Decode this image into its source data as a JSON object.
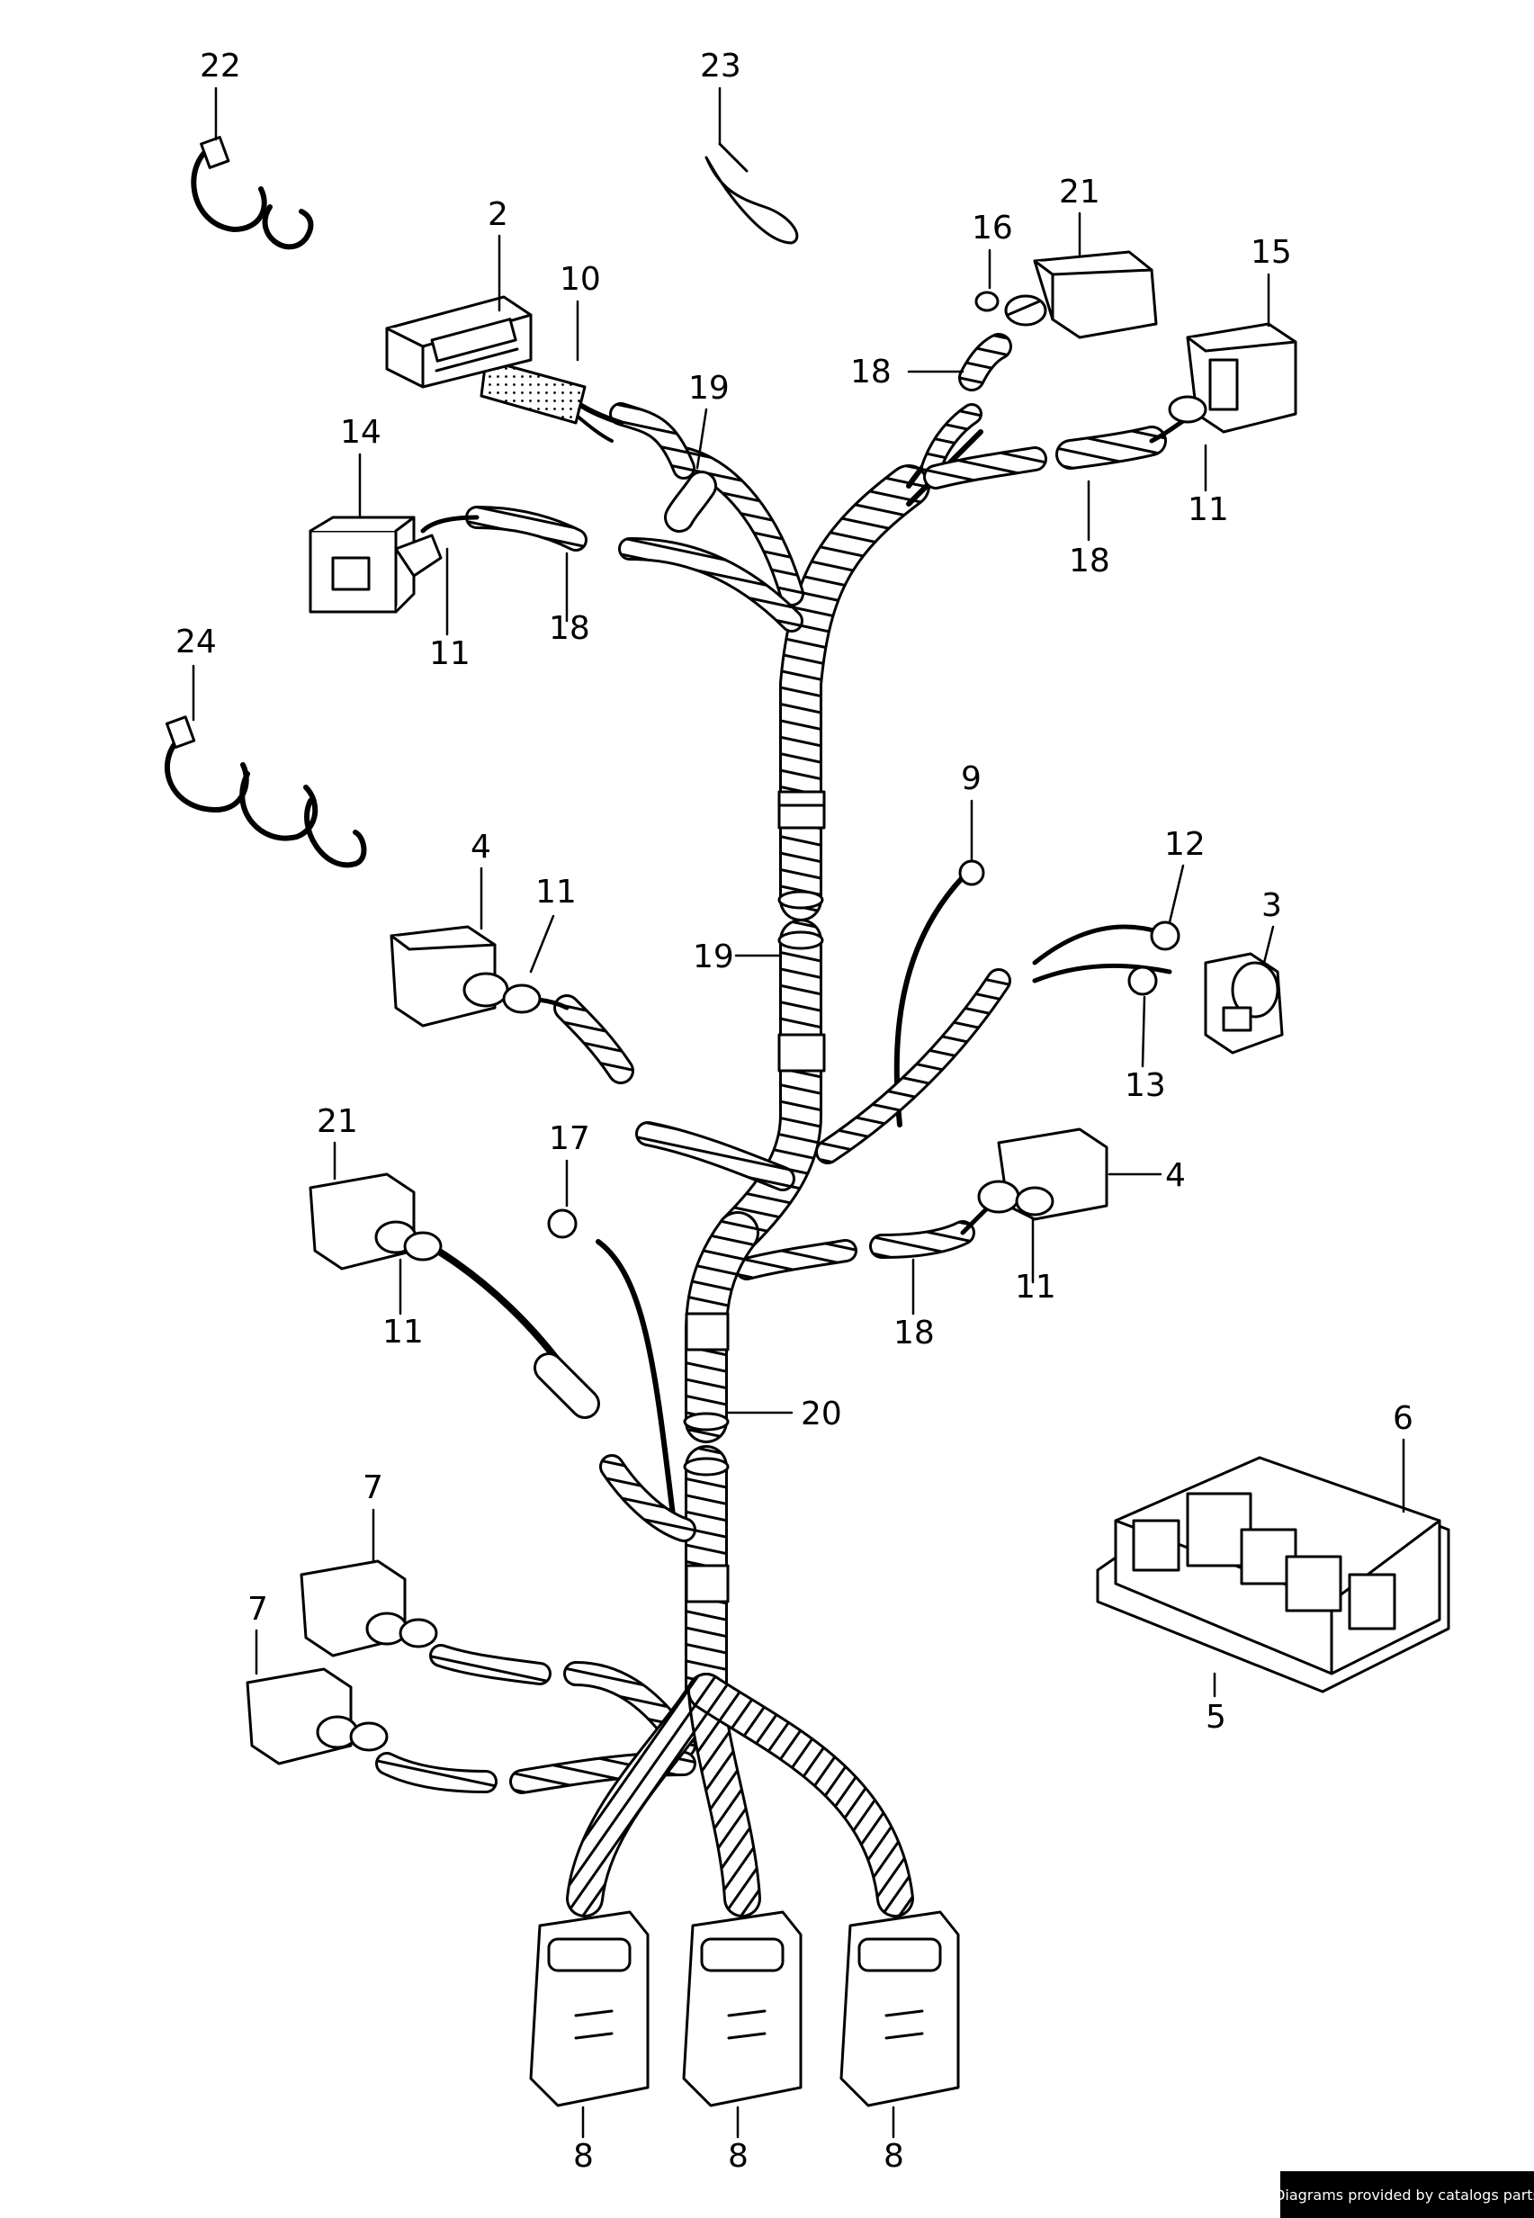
{
  "labels": {
    "l1": "22",
    "l2": "23",
    "l3": "2",
    "l4": "10",
    "l5": "19",
    "l6": "21",
    "l7": "16",
    "l8": "15",
    "l9": "18",
    "l10": "14",
    "l11": "11",
    "l12": "18",
    "l13": "11",
    "l14": "18",
    "l15": "24",
    "l16": "9",
    "l17": "12",
    "l18": "3",
    "l19": "4",
    "l20": "11",
    "l21": "19",
    "l22": "13",
    "l23": "21",
    "l24": "17",
    "l25": "4",
    "l26": "11",
    "l27": "18",
    "l28": "11",
    "l29": "20",
    "l30": "6",
    "l31": "7",
    "l32": "7",
    "l33": "5",
    "l34": "8",
    "l35": "8",
    "l36": "8"
  },
  "footer": {
    "credit": "Diagrams provided by catalogs parts"
  }
}
